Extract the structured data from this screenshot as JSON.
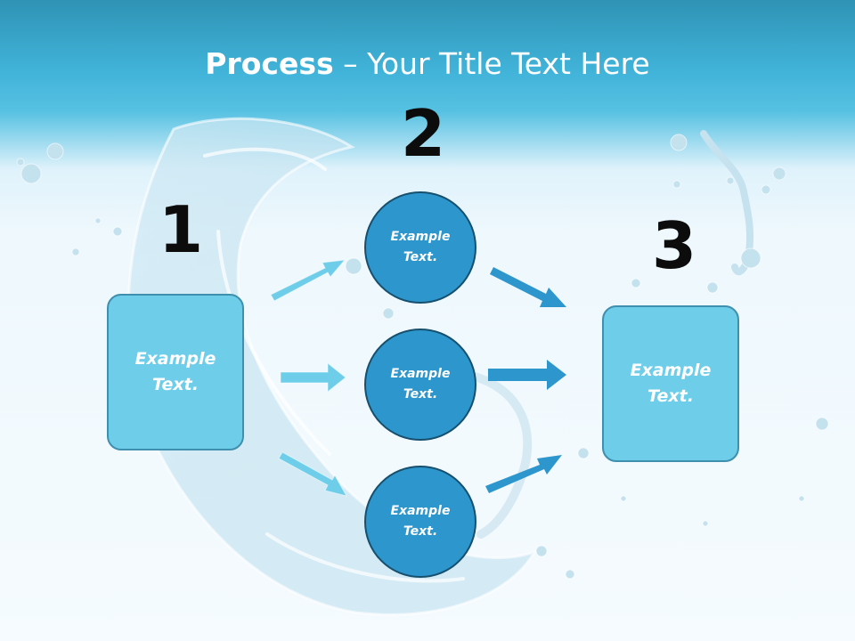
{
  "title": {
    "bold": "Process",
    "rest": " – Your Title Text Here"
  },
  "steps": [
    {
      "number": "1",
      "text": "Example Text."
    },
    {
      "number": "2",
      "items": [
        "Example Text.",
        "Example Text.",
        "Example Text."
      ]
    },
    {
      "number": "3",
      "text": "Example Text."
    }
  ],
  "colors": {
    "box_fill": "#6ecde9",
    "circle_fill": "#2d96cd",
    "arrow_light": "#6ecde9",
    "arrow_dark": "#2d96cd",
    "title_bar": "#41b3d9"
  }
}
